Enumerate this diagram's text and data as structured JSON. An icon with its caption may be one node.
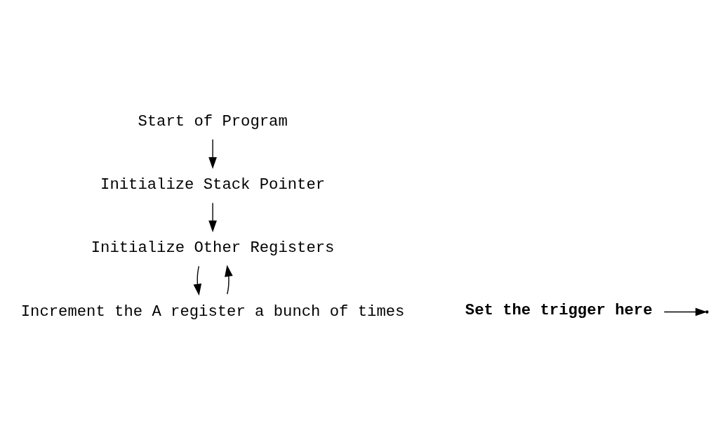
{
  "diagram": {
    "nodes": [
      {
        "text": [
          "Start of Program"
        ]
      },
      {
        "text": [
          "Initialize Stack Pointer"
        ]
      },
      {
        "text": [
          "Initialize Other Registers"
        ]
      },
      {
        "text": [
          "Increment the A register a bunch of times"
        ]
      },
      {
        "text": [
          "Set the trigger here"
        ]
      }
    ],
    "edges": [
      {
        "from": 0,
        "to": 1,
        "arrow": "to"
      },
      {
        "from": 1,
        "to": 2,
        "arrow": "to"
      },
      {
        "from": 2,
        "to": 3,
        "arrow": "to"
      },
      {
        "from": 3,
        "to": 2,
        "arrow": "to"
      },
      {
        "from": 4,
        "to": null,
        "arrow": "to"
      }
    ]
  }
}
